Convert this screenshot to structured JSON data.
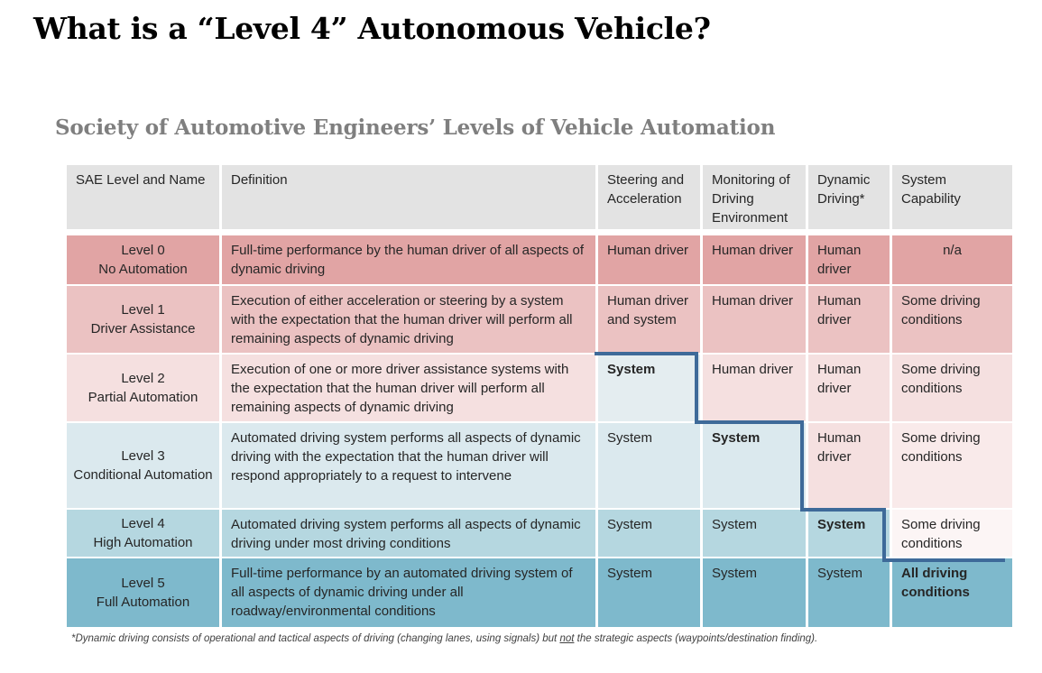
{
  "title": "What is a “Level 4” Autonomous Vehicle?",
  "subtitle": "Society of Automotive Engineers’ Levels of Vehicle Automation",
  "table": {
    "headers": {
      "level": "SAE Level and Name",
      "definition": "Definition",
      "steering": "Steering and Acceleration",
      "monitoring": "Monitoring of Driving Environment",
      "dynamic": "Dynamic Driving*",
      "capability": "System Capability"
    },
    "rows": [
      {
        "level": "Level 0",
        "name": "No Automation",
        "definition": "Full-time performance by the human driver of all aspects of dynamic driving",
        "steering": "Human driver",
        "monitoring": "Human driver",
        "dynamic": "Human driver",
        "capability": "n/a"
      },
      {
        "level": "Level 1",
        "name": "Driver Assistance",
        "definition": "Execution of either acceleration or steering by a system with the expectation that the human driver will perform all remaining aspects of dynamic driving",
        "steering": "Human driver and system",
        "monitoring": "Human driver",
        "dynamic": "Human driver",
        "capability": "Some driving conditions"
      },
      {
        "level": "Level 2",
        "name": "Partial Automation",
        "definition": "Execution of one or more driver assistance systems with the expectation that the human driver will perform all remaining aspects of dynamic driving",
        "steering": "System",
        "monitoring": "Human driver",
        "dynamic": "Human driver",
        "capability": "Some driving conditions"
      },
      {
        "level": "Level 3",
        "name": "Conditional Automation",
        "definition": "Automated driving system performs all aspects of dynamic driving with the expectation that the human driver will respond appropriately to a request to intervene",
        "steering": "System",
        "monitoring": "System",
        "dynamic": "Human driver",
        "capability": "Some driving conditions"
      },
      {
        "level": "Level 4",
        "name": "High Automation",
        "definition": "Automated driving system performs all aspects of dynamic driving under most driving conditions",
        "steering": "System",
        "monitoring": "System",
        "dynamic": "System",
        "capability": "Some driving conditions"
      },
      {
        "level": "Level 5",
        "name": "Full Automation",
        "definition": "Full-time performance by an automated driving system of all aspects of dynamic driving under all roadway/environmental conditions",
        "steering": "System",
        "monitoring": "System",
        "dynamic": "System",
        "capability": "All driving conditions"
      }
    ]
  },
  "footnote": {
    "before": "*Dynamic driving consists of operational and tactical aspects of driving (changing lanes, using signals) but ",
    "emphasis": "not",
    "after": " the strategic aspects (waypoints/destination finding)."
  },
  "colors": {
    "staircase_line": "#3e6a99",
    "level0": "#e1a4a4",
    "level1": "#ebc2c2",
    "level2": "#f5e0e0",
    "level3": "#dbe9ee",
    "level4": "#b5d7e0",
    "level5": "#7eb9cc",
    "header": "#e3e3e3"
  }
}
